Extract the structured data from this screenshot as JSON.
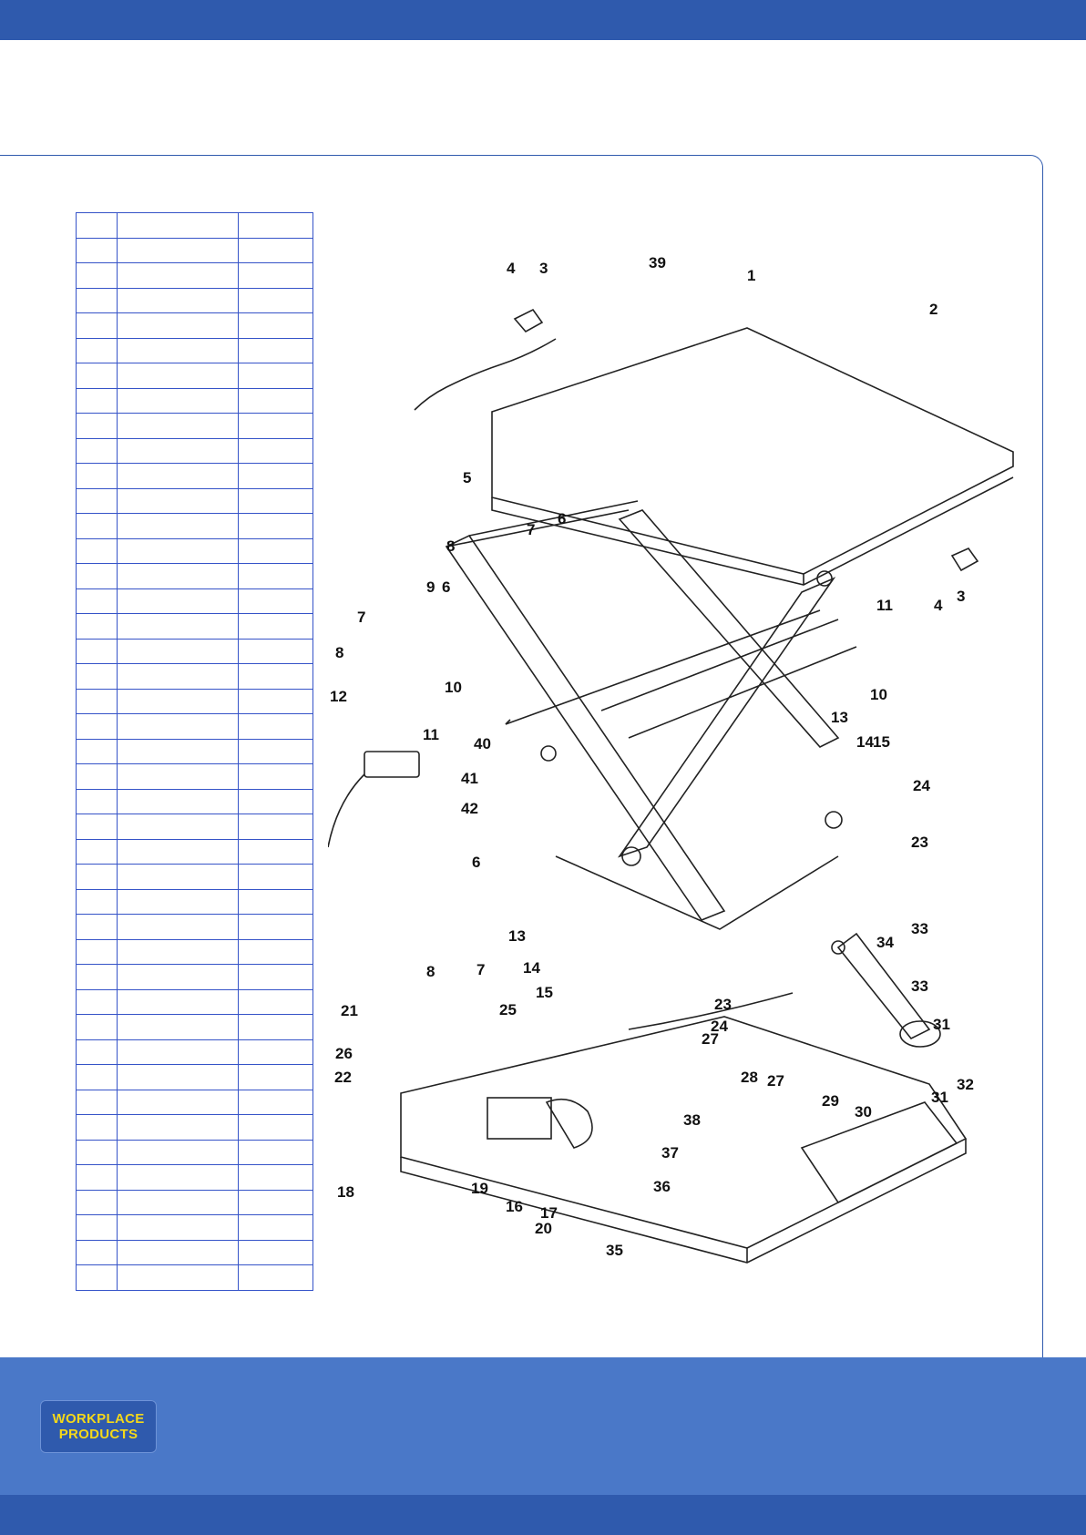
{
  "brand": {
    "logo_line1": "WORKPLACE",
    "logo_line2": "PRODUCTS",
    "header_color": "#2f5aad",
    "footer_color": "#4a78c8",
    "logo_text_color": "#f4d81a"
  },
  "parts_table": {
    "rows": 43,
    "columns": 3
  },
  "diagram": {
    "labels": [
      "1",
      "2",
      "3",
      "3",
      "4",
      "4",
      "5",
      "6",
      "6",
      "6",
      "7",
      "7",
      "7",
      "8",
      "8",
      "8",
      "9",
      "10",
      "10",
      "11",
      "11",
      "12",
      "13",
      "13",
      "14",
      "14",
      "15",
      "15",
      "16",
      "17",
      "18",
      "19",
      "20",
      "21",
      "22",
      "23",
      "23",
      "24",
      "24",
      "25",
      "26",
      "27",
      "27",
      "28",
      "29",
      "30",
      "31",
      "31",
      "32",
      "33",
      "33",
      "34",
      "35",
      "36",
      "37",
      "38",
      "39",
      "40",
      "41",
      "42"
    ]
  }
}
